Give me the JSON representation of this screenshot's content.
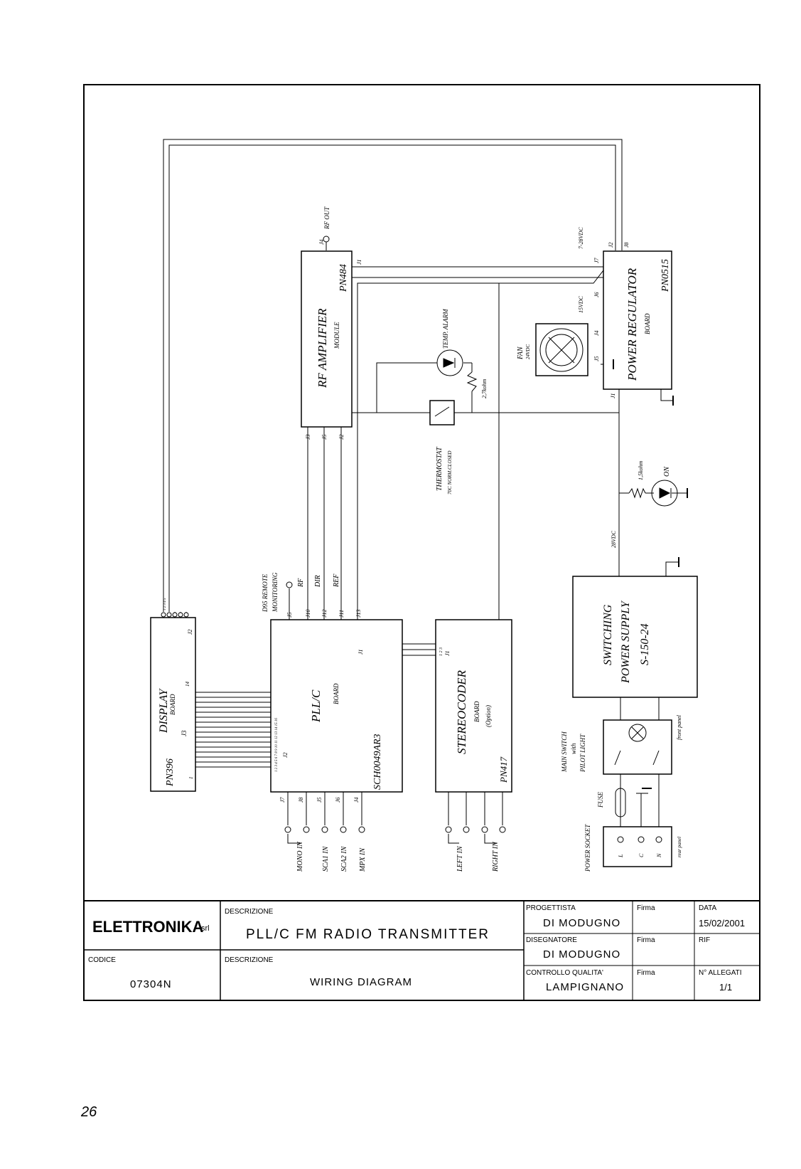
{
  "page_number": "26",
  "blocks": {
    "rf_amplifier": {
      "title": "RF AMPLIFIER",
      "sub": "MODULE",
      "code": "PN484",
      "j_out": "J4",
      "j_left": "J1",
      "j_b3": "J3",
      "j_b5": "J5",
      "j_b2": "J2",
      "rf_out": "RF OUT"
    },
    "power_regulator": {
      "title": "POWER REGULATOR",
      "sub": "BOARD",
      "code": "PN0515",
      "j_top": "J2",
      "j_top2": "J8",
      "j7": "J7",
      "j6": "J6",
      "j4": "J4",
      "j5": "J5",
      "j1": "J1",
      "v7": "7-28VDC",
      "v15": "15VDC"
    },
    "fan": {
      "label": "FAN",
      "sub": "24VDC"
    },
    "temp_alarm": {
      "label": "TEMP. ALARM",
      "res": "2,7kohm"
    },
    "thermostat": {
      "label": "THERMOSTAT",
      "sub": "70C NORM.CLOSED"
    },
    "on_led": {
      "label": "ON",
      "res": "1,5kohm",
      "volt": "28VDC"
    },
    "switching": {
      "l1": "SWITCHING",
      "l2": "POWER SUPPLY",
      "l3": "S-150-24"
    },
    "display": {
      "title": "DISPLAY",
      "sub": "BOARD",
      "code": "PN396",
      "j3": "J3",
      "j2": "J2",
      "pin1": "1",
      "pin14": "14",
      "top_pins": "1 2 3 4 5"
    },
    "pll": {
      "title": "PLL/C",
      "sub": "BOARD",
      "code": "SCH0049AR3",
      "j2": "J2",
      "j1": "J1",
      "pins": "1 2 3 4 5 6 7 8 9 10 11 12 13 14 15 16"
    },
    "stereocoder": {
      "title": "STEREOCODER",
      "sub": "BOARD",
      "opt": "(Option)",
      "code": "PN417",
      "j1": "J1",
      "pins": "1 2 3"
    },
    "pll_top": {
      "j5": "J5",
      "j10": "J10",
      "j12": "J12",
      "j11": "J11",
      "j13": "J13",
      "d95": "D95 REMOTE",
      "mon": "MONITORING",
      "rf": "RF",
      "dir": "DIR",
      "ref": "REF"
    },
    "pll_bottom": {
      "j7": "J7",
      "j8": "J8",
      "j5": "J5",
      "j6": "J6",
      "j4": "J4"
    },
    "inputs": {
      "mono": "MONO IN",
      "sca1": "SCA1 IN",
      "sca2": "SCA2 IN",
      "mpx": "MPX IN",
      "left": "LEFT IN",
      "right": "RIGHT IN"
    },
    "mains": {
      "switch1": "MAIN SWITCH",
      "switch2": "with",
      "switch3": "PILOT LIGHT",
      "front": "front panel",
      "fuse": "FUSE",
      "socket": "POWER SOCKET",
      "rear": "rear panel",
      "l": "L",
      "c": "C",
      "n": "N"
    }
  },
  "title_block": {
    "company": "ELETTRONIKA",
    "company_suffix": "srl",
    "descrizione_label": "DESCRIZIONE",
    "title": "PLL/C FM RADIO TRANSMITTER",
    "codice_label": "CODICE",
    "codice": "07304N",
    "descrizione2_label": "DESCRIZIONE",
    "subtitle": "WIRING DIAGRAM",
    "progettista_label": "PROGETTISTA",
    "progettista": "DI MODUGNO",
    "disegnatore_label": "DISEGNATORE",
    "disegnatore": "DI MODUGNO",
    "controllo_label": "CONTROLLO QUALITA'",
    "controllo": "LAMPIGNANO",
    "firma_label": "Firma",
    "data_label": "DATA",
    "data": "15/02/2001",
    "rif_label": "RIF",
    "allegati_label": "N° ALLEGATI",
    "allegati": "1/1"
  }
}
